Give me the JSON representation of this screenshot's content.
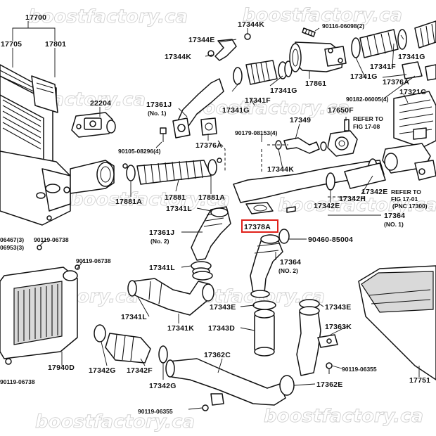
{
  "watermark": {
    "text": "boostfactory.ca",
    "color": "#c8c8c8"
  },
  "highlight": {
    "part_number": "17378A",
    "color": "#e0201a"
  },
  "labels": {
    "p17700": "17700",
    "p17705": "17705",
    "p17801": "17801",
    "p22204": "22204",
    "p90105": "90105-08296(4)",
    "p17361J_1": "17361J",
    "p17361J_1_no": "(No. 1)",
    "p17376A_a": "17376A",
    "p17344E": "17344E",
    "p17344K_top": "17344K",
    "p17344K_left": "17344K",
    "p90116": "90116-06098(2)",
    "p17341G_a": "17341G",
    "p17341G_b": "17341G",
    "p17341G_c": "17341G",
    "p17341F_a": "17341F",
    "p17341F_b": "17341F",
    "p17861": "17861",
    "p17376A_b": "17376A",
    "p90182": "90182-06005(4)",
    "p17321C": "17321C",
    "p17650F": "17650F",
    "refer1a": "REFER TO",
    "refer1b": "FIG 17-08",
    "p17349": "17349",
    "p90179": "90179-08153(4)",
    "p17344K_mid": "17344K",
    "p17342H": "17342H",
    "p17342E": "17342E",
    "refer2a": "REFER TO",
    "refer2b": "FIG 17-01",
    "refer2c": "(PNC 17300)",
    "p17881_a": "17881",
    "p17881A_a": "17881A",
    "p17881A_b": "17881A",
    "p17341L_top": "17341L",
    "p17364_1": "17364",
    "p17364_1_no": "(NO. 1)",
    "p17378A": "17378A",
    "p90460": "90460-85004",
    "p17361J_2": "17361J",
    "p17361J_2_no": "(No. 2)",
    "p17364_2": "17364",
    "p17364_2_no": "(NO. 2)",
    "p06467": "06467(3)",
    "p06953": "06953(3)",
    "p90119_a": "90119-06738",
    "p90119_b": "90119-06738",
    "p17341L_mid": "17341L",
    "p17341L_low": "17341L",
    "p17341K": "17341K",
    "p17343E_a": "17343E",
    "p17343E_b": "17343E",
    "p17343D": "17343D",
    "p17363K": "17363K",
    "p17940D": "17940D",
    "p17342G_a": "17342G",
    "p17342F": "17342F",
    "p17342G_b": "17342G",
    "p17362C": "17362C",
    "p90119_c": "90119-06355",
    "p17362E": "17362E",
    "p17751": "17751",
    "p90119_d": "90119-06738",
    "p90119_e": "90119-06355"
  }
}
